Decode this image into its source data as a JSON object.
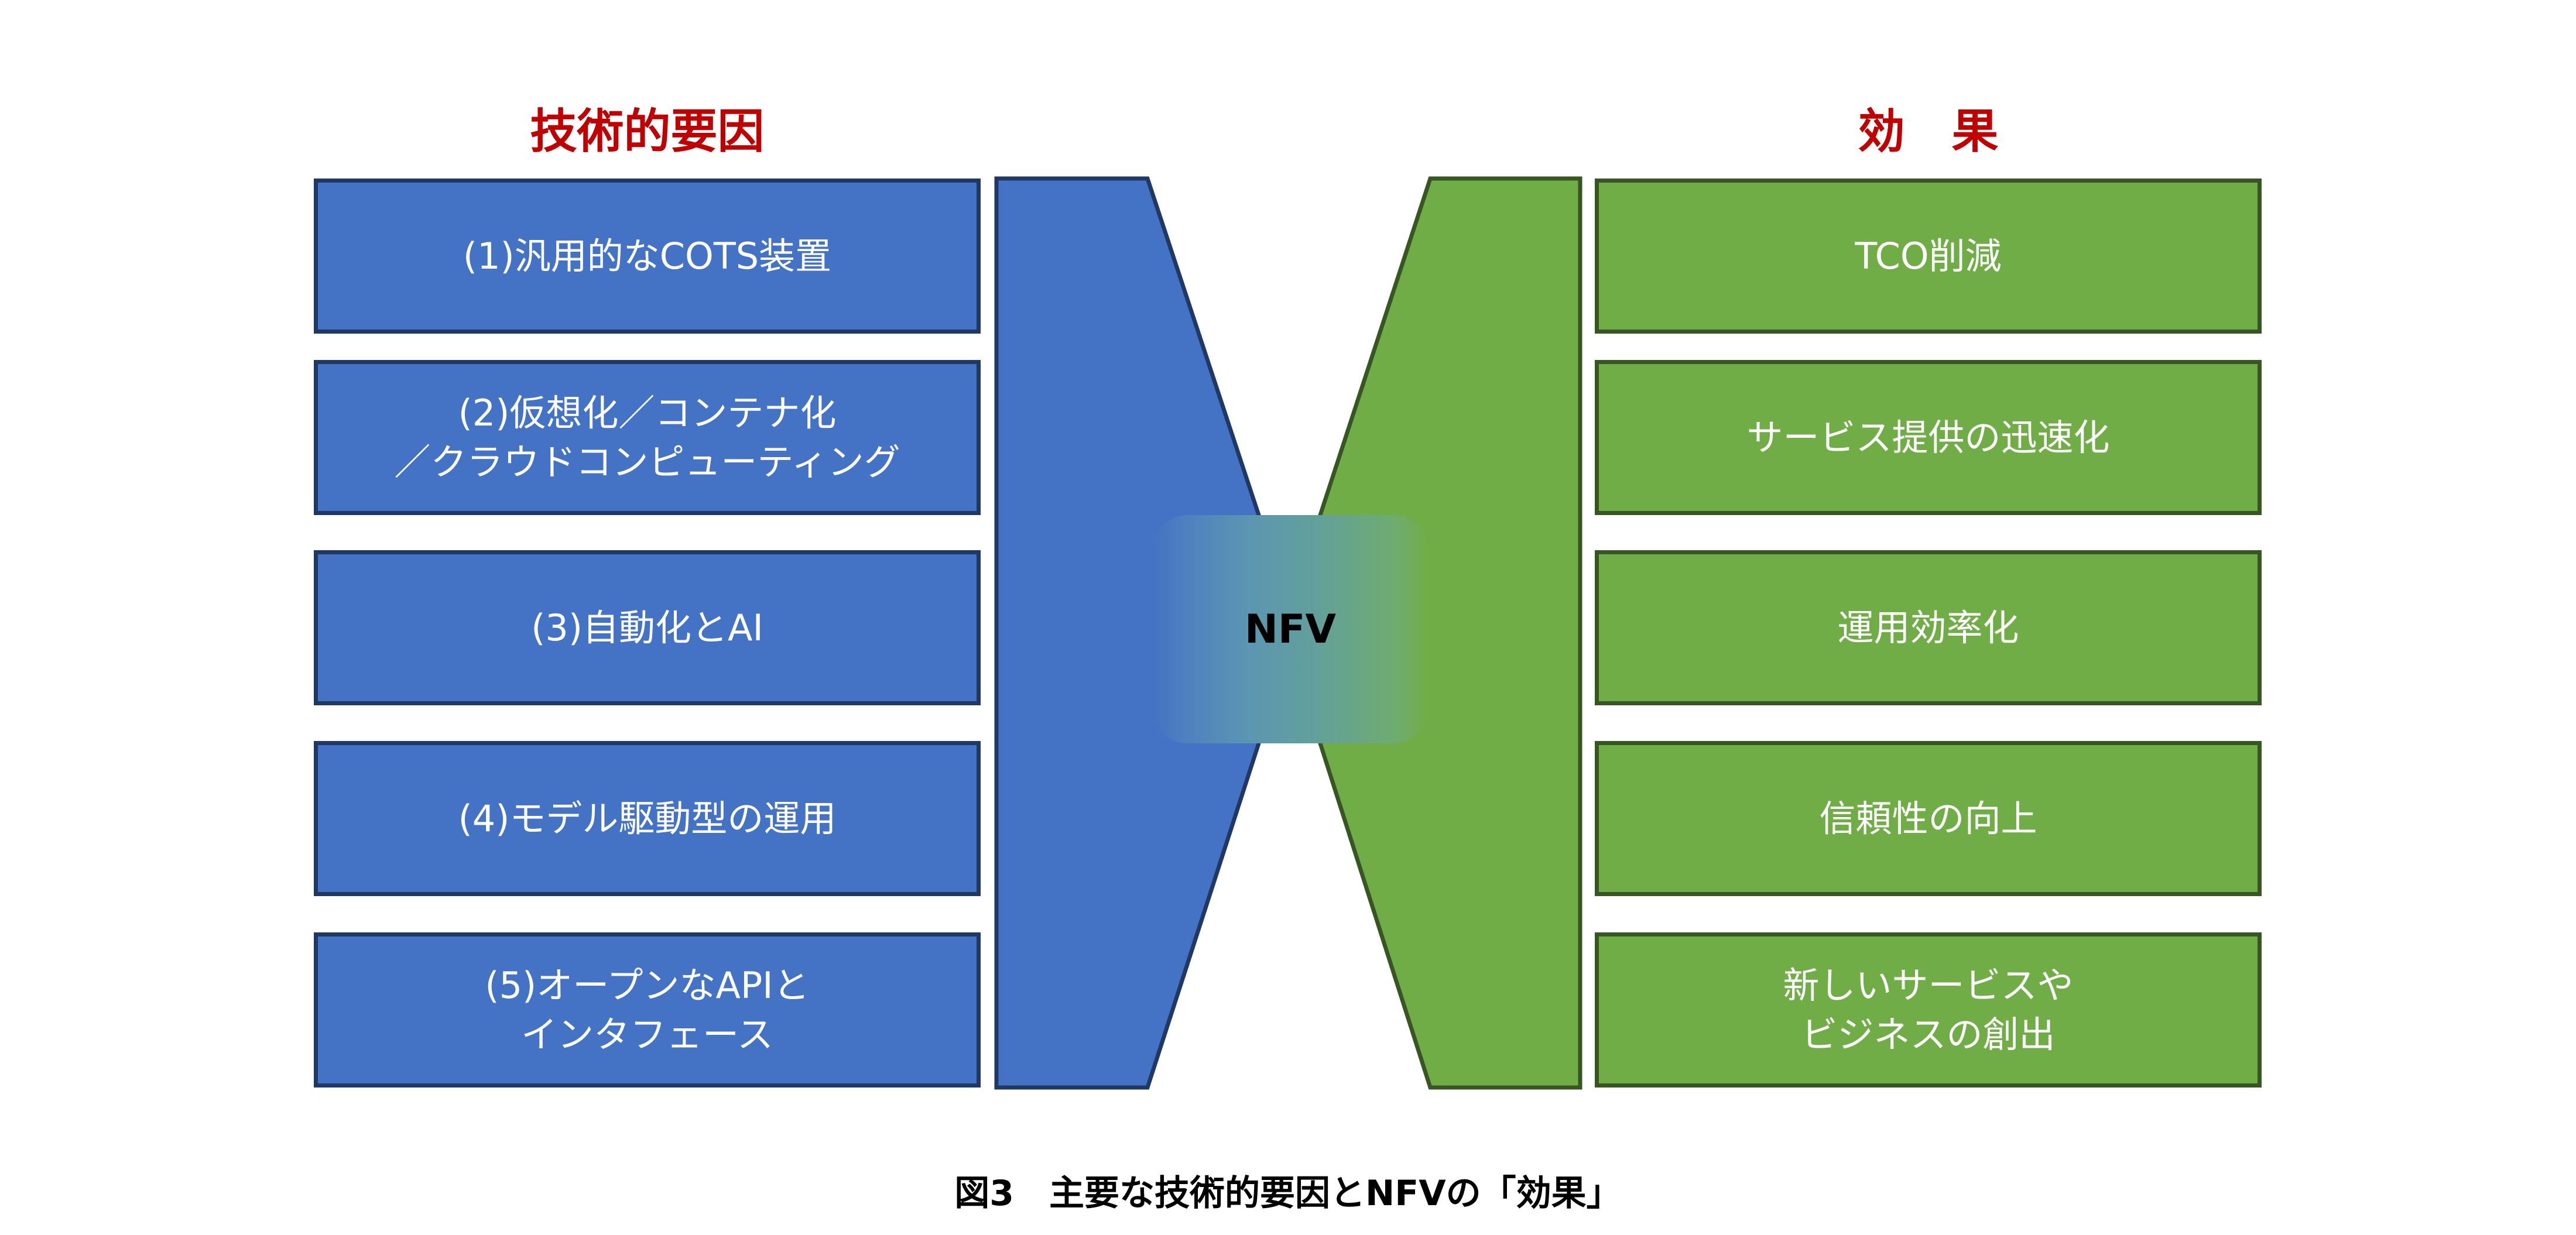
{
  "headings": {
    "factors": "技術的要因",
    "effects": "効　果"
  },
  "factors": [
    "(1)汎用的なCOTS装置",
    "(2)仮想化／コンテナ化\n／クラウドコンピューティング",
    "(3)自動化とAI",
    "(4)モデル駆動型の運用",
    "(5)オープンなAPIと\nインタフェース"
  ],
  "effects": [
    "TCO削減",
    "サービス提供の迅速化",
    "運用効率化",
    "信頼性の向上",
    "新しいサービスや\nビジネスの創出"
  ],
  "center": "NFV",
  "caption": "図3　主要な技術的要因とNFVの「効果」",
  "colors": {
    "factor_fill": "#4472C4",
    "effect_fill": "#70AD47",
    "heading": "#C00000"
  }
}
